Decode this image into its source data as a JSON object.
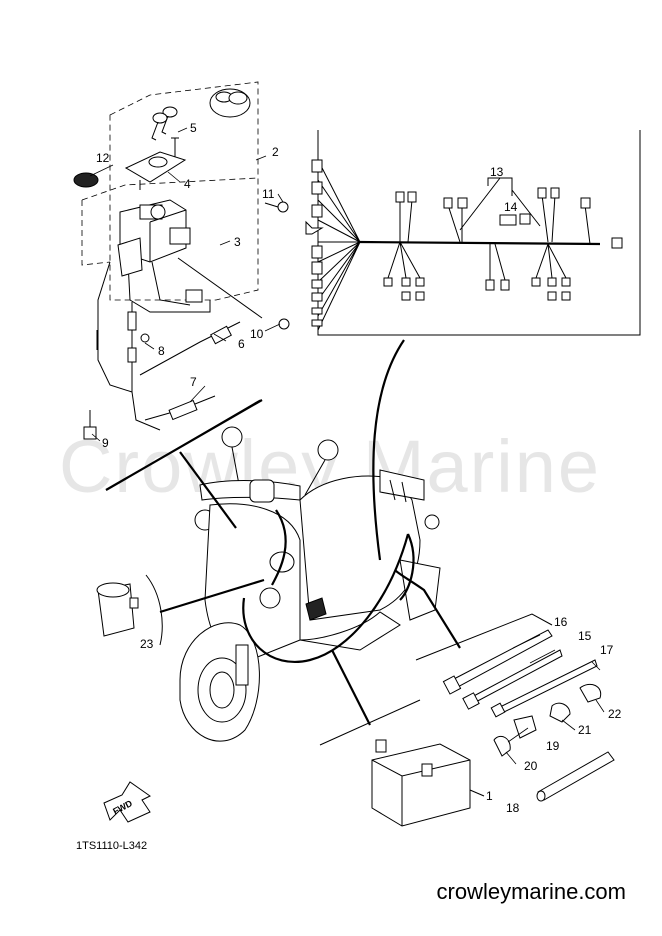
{
  "watermark": "Crowley Marine",
  "footer_url": "crowleymarine.com",
  "diagram_code": "1TS1110-L342",
  "fwd_label": "FWD",
  "callouts": {
    "c1": "1",
    "c2": "2",
    "c3": "3",
    "c4": "4",
    "c5": "5",
    "c6": "6",
    "c7": "7",
    "c8": "8",
    "c9": "9",
    "c10": "10",
    "c11": "11",
    "c12": "12",
    "c13": "13",
    "c14": "14",
    "c15": "15",
    "c16": "16",
    "c17": "17",
    "c18": "18",
    "c19": "19",
    "c20": "20",
    "c21": "21",
    "c22": "22",
    "c23": "23"
  }
}
